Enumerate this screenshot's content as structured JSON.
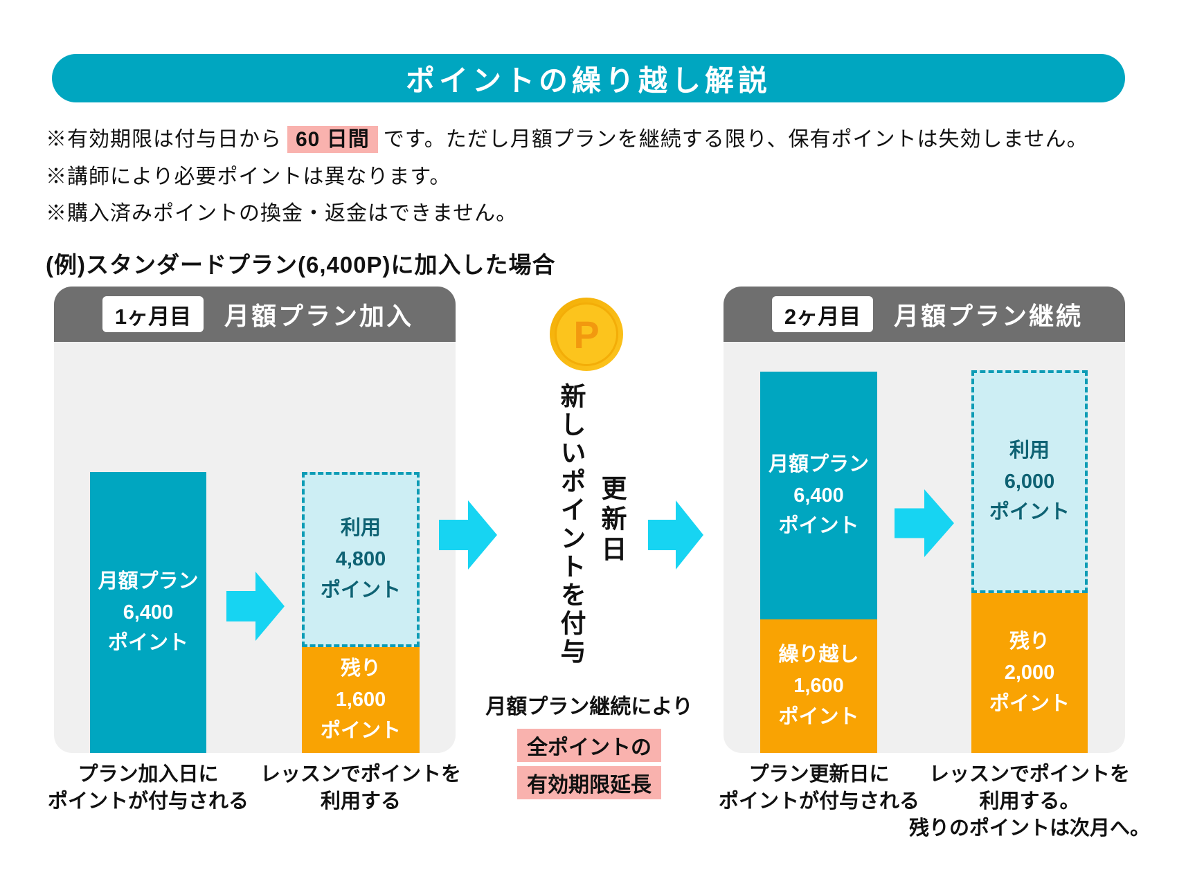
{
  "title": "ポイントの繰り越し解説",
  "notes": {
    "line1_pre": "※有効期限は付与日から",
    "line1_highlight": "60 日間",
    "line1_post": "です。ただし月額プランを継続する限り、保有ポイントは失効しません。",
    "line2": "※講師により必要ポイントは異なります。",
    "line3": "※購入済みポイントの換金・返金はできません。"
  },
  "example_heading": "(例)スタンダードプラン(6,400P)に加入した場合",
  "month1": {
    "badge": "1ヶ月目",
    "header": "月額プラン加入",
    "bar_plan": {
      "line1": "月額プラン",
      "line2": "6,400",
      "line3": "ポイント"
    },
    "bar_used": {
      "line1": "利用",
      "line2": "4,800",
      "line3": "ポイント"
    },
    "bar_remaining": {
      "line1": "残り",
      "line2": "1,600",
      "line3": "ポイント"
    },
    "caption_grant": {
      "line1": "プラン加入日に",
      "line2": "ポイントが付与される"
    },
    "caption_use": {
      "line1": "レッスンでポイントを",
      "line2": "利用する"
    }
  },
  "middle": {
    "coin_letter": "P",
    "vertical_main": "新しいポイントを付与",
    "vertical_sub": "更新日",
    "note_line1": "月額プラン継続により",
    "note_line2": "全ポイントの",
    "note_line3": "有効期限延長"
  },
  "month2": {
    "badge": "2ヶ月目",
    "header": "月額プラン継続",
    "bar_plan": {
      "line1": "月額プラン",
      "line2": "6,400",
      "line3": "ポイント"
    },
    "bar_carry": {
      "line1": "繰り越し",
      "line2": "1,600",
      "line3": "ポイント"
    },
    "bar_used": {
      "line1": "利用",
      "line2": "6,000",
      "line3": "ポイント"
    },
    "bar_remaining": {
      "line1": "残り",
      "line2": "2,000",
      "line3": "ポイント"
    },
    "caption_grant": {
      "line1": "プラン更新日に",
      "line2": "ポイントが付与される"
    },
    "caption_use": {
      "line1": "レッスンでポイントを",
      "line2": "利用する。",
      "line3": "残りのポイントは次月へ。"
    }
  },
  "colors": {
    "teal": "#00a6c0",
    "cyan_arrow": "#17d4f2",
    "orange": "#f9a303",
    "light_cyan_fill": "#cdeef4",
    "dashed_border_teal": "#0d9cb5",
    "dark_teal_text": "#0e6273",
    "panel_bg": "#f0f0f0",
    "panel_header_gray": "#6f6f6f",
    "pink_highlight": "#f9b2ae",
    "coin_gold": "#fcc41d",
    "coin_letter_orange": "#f2990f"
  }
}
